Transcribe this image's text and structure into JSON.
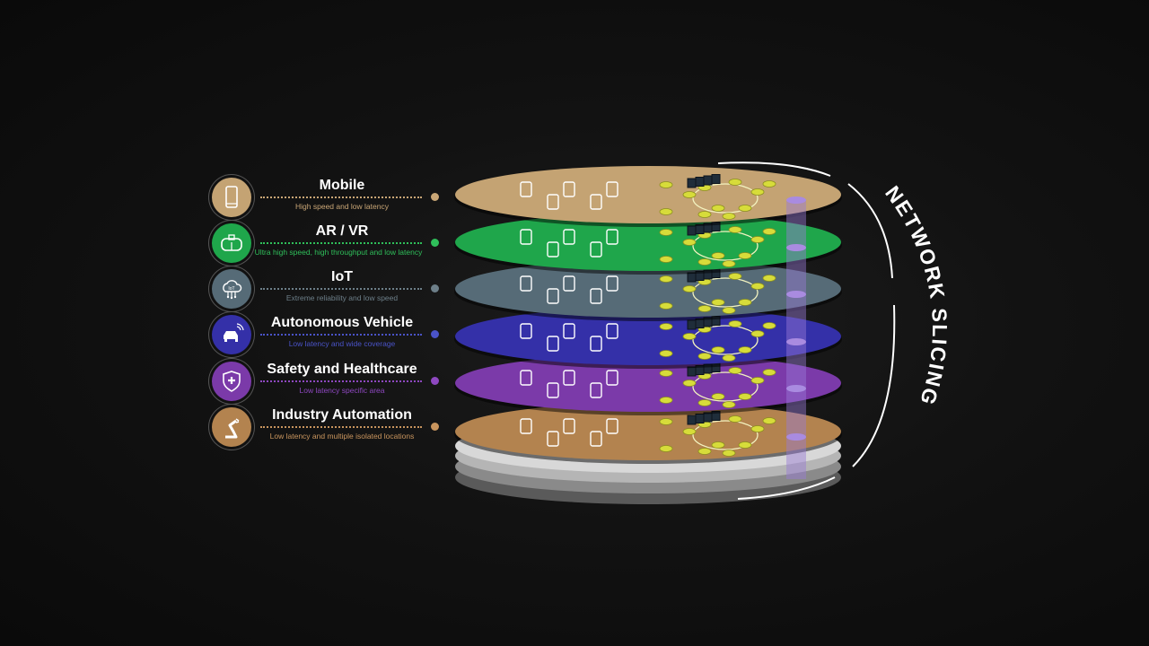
{
  "legend": [
    {
      "title": "Mobile",
      "subtitle": "High speed and low latency",
      "color": "#c4a373",
      "icon": "smartphone-icon"
    },
    {
      "title": "AR / VR",
      "subtitle": "Ultra high speed, high throughput and low latency",
      "color": "#1fa64b",
      "icon": "vr-headset-icon"
    },
    {
      "title": "IoT",
      "subtitle": "Extreme reliability and low speed",
      "color": "#566b77",
      "icon": "iot-cloud-icon"
    },
    {
      "title": "Autonomous Vehicle",
      "subtitle": "Low latency and wide coverage",
      "color": "#3430a8",
      "icon": "connected-car-icon"
    },
    {
      "title": "Safety and Healthcare",
      "subtitle": "Low latency specific area",
      "color": "#7b3aa9",
      "icon": "shield-plus-icon"
    },
    {
      "title": "Industry Automation",
      "subtitle": "Low latency and multiple isolated locations",
      "color": "#b3834f",
      "icon": "robot-arm-icon"
    }
  ],
  "subtitle_colors": [
    "#c9a676",
    "#2fbf5a",
    "#6d7f89",
    "#4a53c8",
    "#8e48c0",
    "#c9955e"
  ],
  "side_label": "NETWORK SLICING",
  "iot_badge_text": "IoT"
}
